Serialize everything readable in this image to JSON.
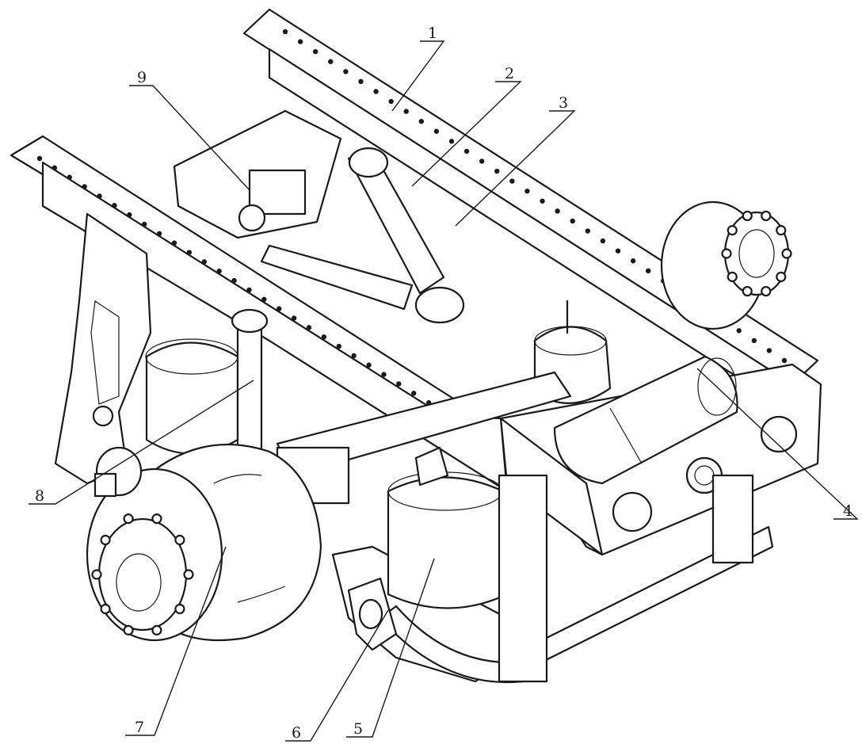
{
  "figure": {
    "callouts": [
      {
        "id": "1",
        "text": "1"
      },
      {
        "id": "2",
        "text": "2"
      },
      {
        "id": "3",
        "text": "3"
      },
      {
        "id": "4",
        "text": "4"
      },
      {
        "id": "5",
        "text": "5"
      },
      {
        "id": "6",
        "text": "6"
      },
      {
        "id": "7",
        "text": "7"
      },
      {
        "id": "8",
        "text": "8"
      },
      {
        "id": "9",
        "text": "9"
      }
    ],
    "colors": {
      "line": "#1a1a1a",
      "background": "#ffffff"
    }
  }
}
